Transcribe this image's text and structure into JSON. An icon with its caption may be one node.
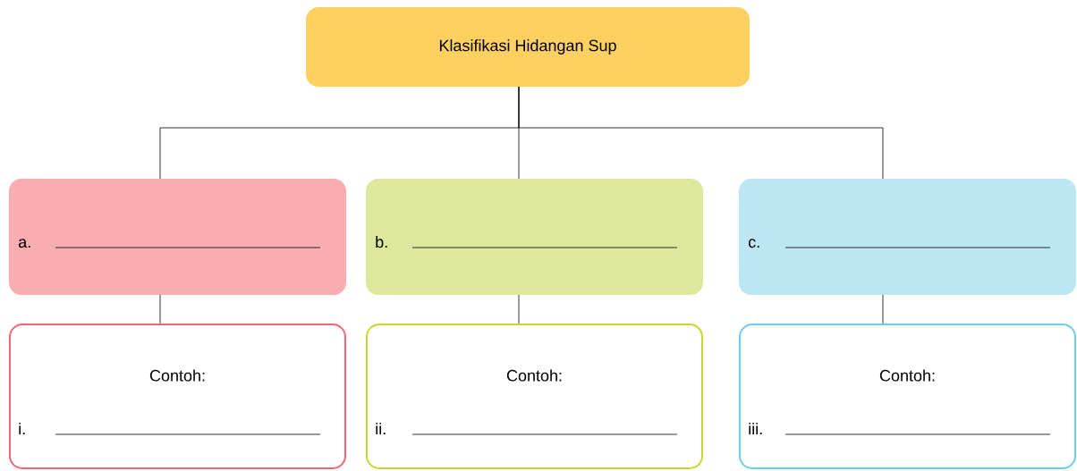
{
  "diagram": {
    "nodes": [
      {
        "text": [
          "Klasifikasi Hidangan Sup"
        ]
      },
      {
        "text": [
          "a."
        ]
      },
      {
        "text": [
          "b."
        ]
      },
      {
        "text": [
          "c."
        ]
      },
      {
        "text": [
          "Contoh:",
          "i."
        ]
      },
      {
        "text": [
          "Contoh:",
          "ii."
        ]
      },
      {
        "text": [
          "Contoh:",
          "iii."
        ]
      }
    ],
    "edges": [
      {
        "from": 0,
        "to": 1,
        "arrow": "none"
      },
      {
        "from": 0,
        "to": 2,
        "arrow": "none"
      },
      {
        "from": 0,
        "to": 3,
        "arrow": "none"
      },
      {
        "from": 1,
        "to": 4,
        "arrow": "none"
      },
      {
        "from": 2,
        "to": 5,
        "arrow": "none"
      },
      {
        "from": 3,
        "to": 6,
        "arrow": "none"
      }
    ]
  }
}
